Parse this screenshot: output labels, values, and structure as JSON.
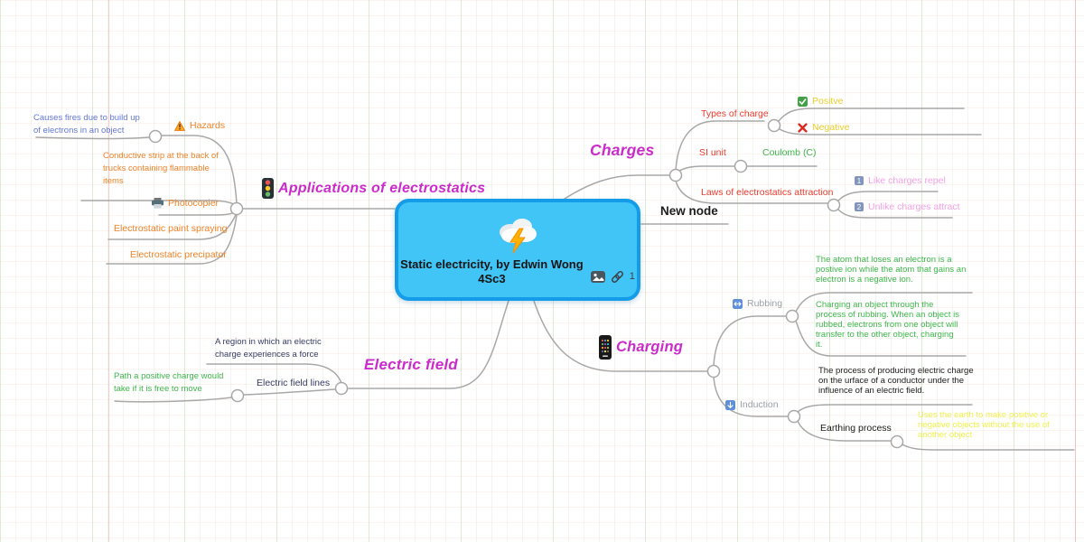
{
  "app": {
    "type": "mind-map-canvas"
  },
  "root": {
    "title": "Static electricity, by Edwin Wong\n4Sc3",
    "emoji": "storm-cloud-lightning",
    "attachments": {
      "image_icon": "image-attachment",
      "link_icon": "link",
      "link_count": "1"
    }
  },
  "colors": {
    "topic_magenta": "#cb2bcb",
    "red": "#ee3a2c",
    "orange": "#f08228",
    "gold": "#e9cd2e",
    "blue": "#6478da",
    "navy": "#353c63",
    "green": "#3eb74b",
    "pink": "#f2a2e2",
    "gray": "#9aa0a6",
    "black": "#1c1c1c",
    "line_gray": "#a8a8a8",
    "node_fill": "#41c4f6",
    "node_border": "#149ce8"
  },
  "icons": {
    "keycap1": "1",
    "keycap2": "2"
  },
  "nodes": {
    "applications": "Applications of electrostatics",
    "hazards": "Hazards",
    "causes_fires": "Causes fires due to build up\nof electrons in an object",
    "conductive_strip": "Conductive strip at the back of\ntrucks containing flammable\nitems",
    "photocopier": "Photocopier",
    "paint_spraying": "Electrostatic paint spraying",
    "precipator": "Electrostatic precipator",
    "electric_field": "Electric field",
    "region": "A region in which an electric\ncharge experiences a force",
    "field_lines": "Electric field lines",
    "path_positive": "Path a positive charge would\ntake if it is free to move",
    "charges": "Charges",
    "types_of_charge": "Types of charge",
    "positive": "Positve",
    "negative": "Negative",
    "si_unit": "SI unit",
    "coulomb": "Coulomb (C)",
    "laws": "Laws of electrostatics attraction",
    "like_repel": "Like charges repel",
    "unlike_attract": "Unlike charges attract",
    "new_node": "New node",
    "charging": "Charging",
    "rubbing": "Rubbing",
    "atom_ion": "The atom that loses an electron is a\npostive ion while the atom that gains an\nelectron is a negative ion.",
    "rubbing_desc": "Charging an object through the\nprocess of rubbing. When an object is\nrubbed, electrons from one object will\ntransfer to the other object, charging\nit.",
    "induction": "Induction",
    "induction_desc": "The process of producing electric charge\non the urface of a conductor under the\ninfluence of an electric field.",
    "earthing": "Earthing process",
    "earthing_desc": "Uses the earth to make positive or\nnegative objects without the use of\nanother object"
  }
}
